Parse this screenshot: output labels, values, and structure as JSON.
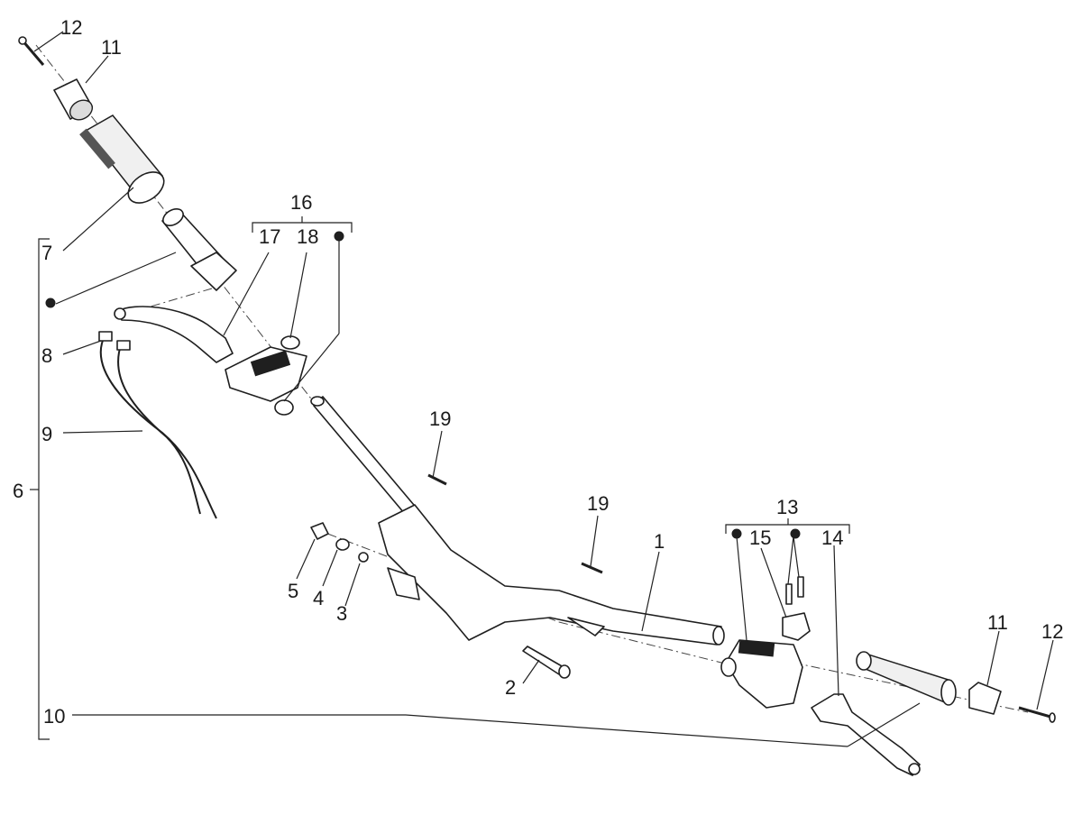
{
  "diagram": {
    "labels": {
      "l1": "1",
      "l2": "2",
      "l3": "3",
      "l4": "4",
      "l5": "5",
      "l6": "6",
      "l7": "7",
      "l8": "8",
      "l9": "9",
      "l10": "10",
      "l11a": "11",
      "l11b": "11",
      "l12a": "12",
      "l12b": "12",
      "l13": "13",
      "l14": "14",
      "l15": "15",
      "l16": "16",
      "l17": "17",
      "l18": "18",
      "l19a": "19",
      "l19b": "19"
    },
    "parts": [
      "handlebar-tube",
      "screw",
      "washer-small",
      "washer",
      "nut",
      "throttle-assembly",
      "throttle-grip",
      "throttle-cable-a",
      "throttle-cable-b",
      "rear-brake-lever",
      "grip-end-weight",
      "end-weight-screw",
      "brake-pump-right",
      "front-brake-lever",
      "pump-clamp",
      "brake-pump-left",
      "lever-pin",
      "pump-clamp-left",
      "adhesive-strip"
    ],
    "colors": {
      "line": "#1f1f1f",
      "background": "#ffffff",
      "shade": "#dcdcdc"
    }
  }
}
